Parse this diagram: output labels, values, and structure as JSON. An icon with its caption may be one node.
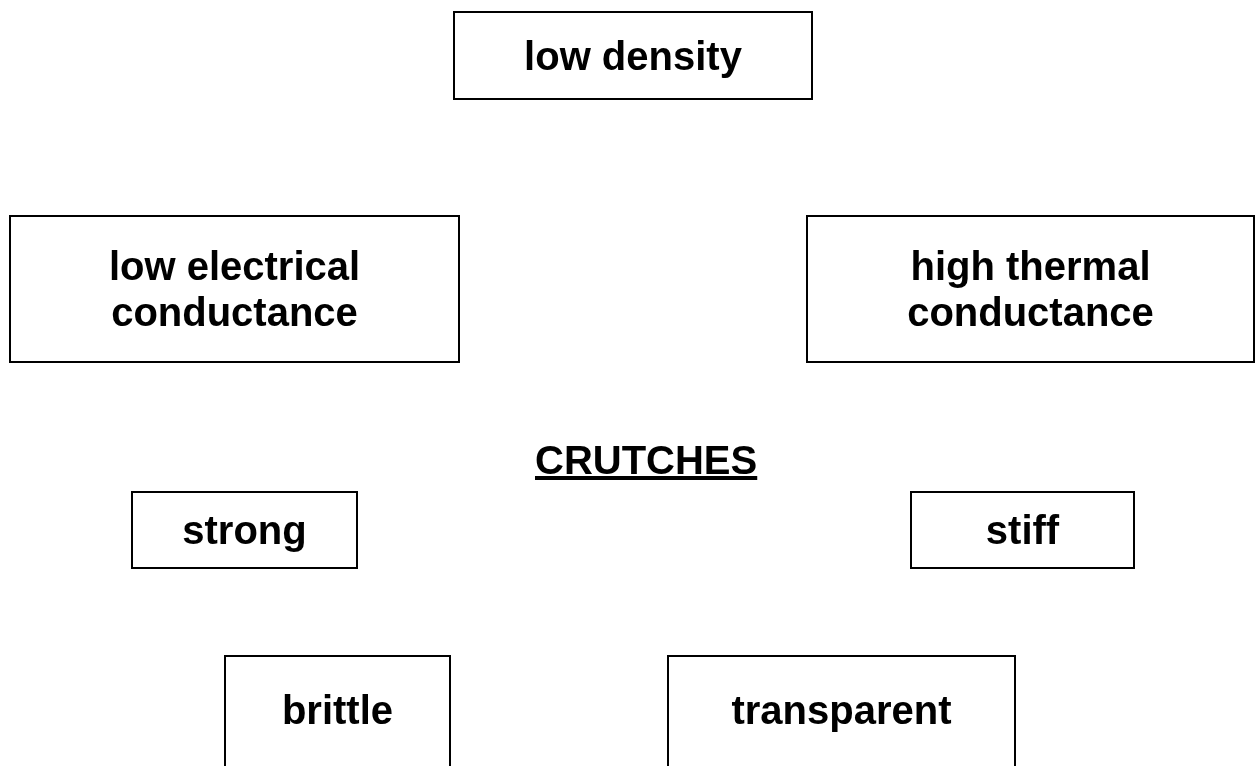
{
  "diagram": {
    "nodes": [
      {
        "text": [
          "low density"
        ]
      },
      {
        "text": [
          "low electrical conductance"
        ]
      },
      {
        "text": [
          "high thermal conductance"
        ]
      },
      {
        "text": [
          "strong"
        ]
      },
      {
        "text": [
          "stiff"
        ]
      },
      {
        "text": [
          "brittle"
        ]
      },
      {
        "text": [
          "transparent"
        ]
      }
    ],
    "labels": [
      "CRUTCHES"
    ]
  }
}
